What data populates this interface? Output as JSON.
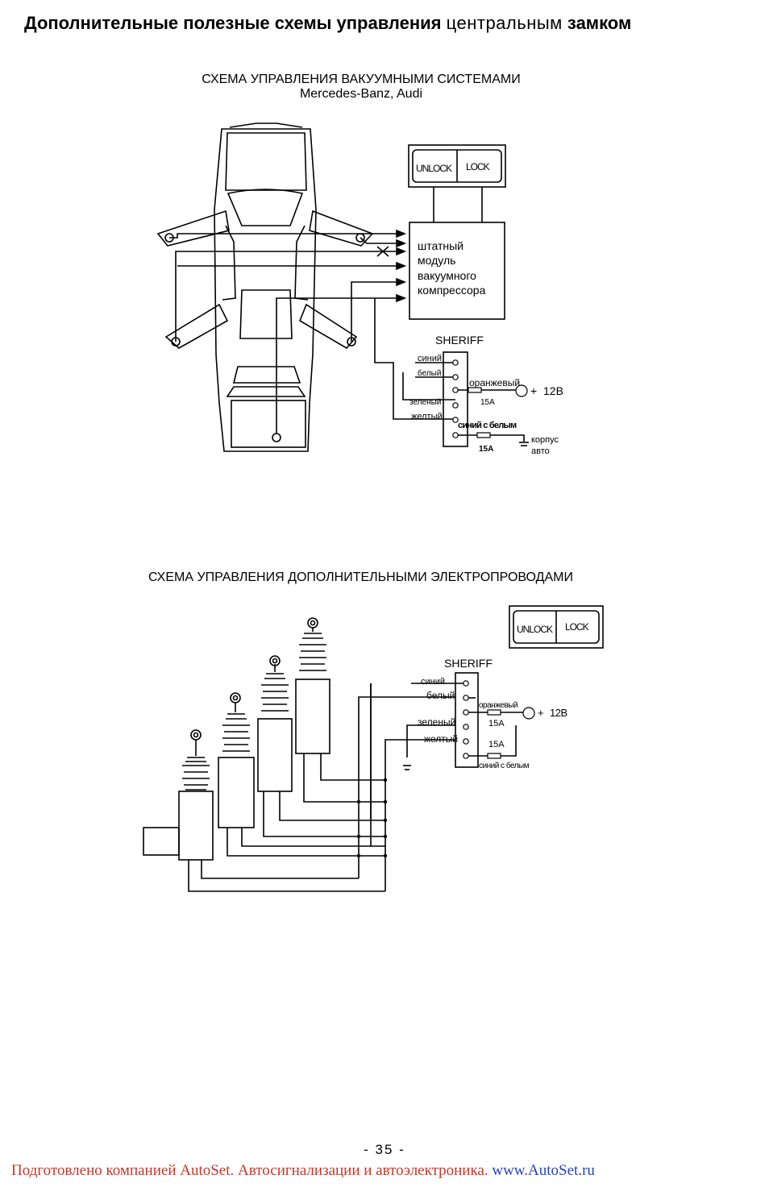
{
  "header": {
    "title_bold_1": "Дополнительные полезные схемы управления",
    "title_regular": "центральным",
    "title_bold_2": "замком"
  },
  "diagram1": {
    "caption_line1": "СХЕМА УПРАВЛЕНИЯ ВАКУУМНЫМИ СИСТЕМАМИ",
    "caption_line2": "Mercedes-Banz, Audi",
    "switch_unlock": "UNLOCK",
    "switch_lock": "LOCK",
    "module_lines": [
      "штатный",
      "модуль",
      "вакуумного",
      "компрессора"
    ],
    "sheriff": "SHERIFF",
    "wires_left": [
      "синий",
      "белый",
      "зеленый",
      "желтый"
    ],
    "wire_orange": "оранжевый",
    "fuse1": "15A",
    "plus": "+",
    "voltage": "12В",
    "wire_blue_white": "синий с белым",
    "fuse2": "15A",
    "ground_lines": [
      "корпус",
      "авто"
    ]
  },
  "diagram2": {
    "caption": "СХЕМА УПРАВЛЕНИЯ ДОПОЛНИТЕЛЬНЫМИ ЭЛЕКТРОПРОВОДАМИ",
    "switch_unlock": "UNLOCK",
    "switch_lock": "LOCK",
    "sheriff": "SHERIFF",
    "wires_left": [
      "синий",
      "белый",
      "зеленый",
      "желтый"
    ],
    "wire_orange": "оранжевый",
    "fuse1": "15A",
    "plus": "+",
    "voltage": "12В",
    "fuse2": "15A",
    "wire_blue_white": "синий с белым"
  },
  "page_number": "- 35 -",
  "footer": {
    "text": "Подготовлено компанией AutoSet. Автосигнализации и автоэлектроника.",
    "url": "www.AutoSet.ru"
  }
}
